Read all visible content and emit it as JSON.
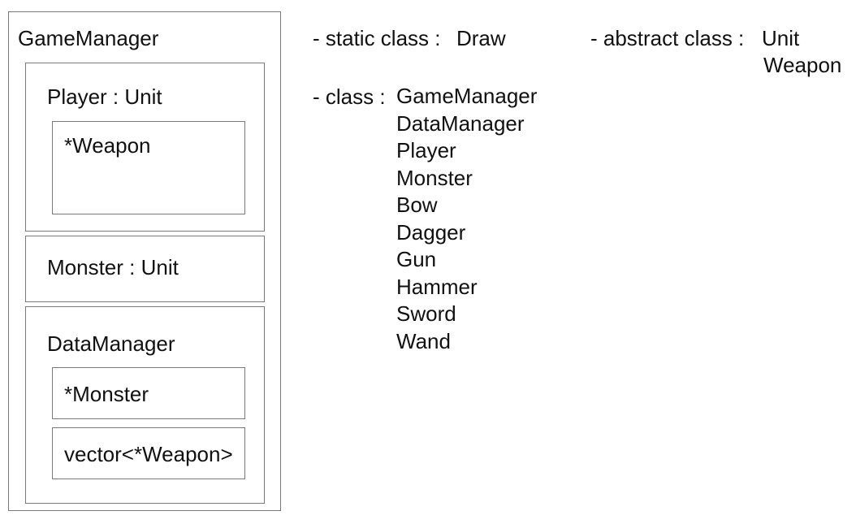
{
  "diagram": {
    "game_manager": {
      "title": "GameManager",
      "player": {
        "title": "Player : Unit",
        "member": "*Weapon"
      },
      "monster": {
        "title": "Monster : Unit"
      },
      "data_manager": {
        "title": "DataManager",
        "members": [
          "*Monster",
          "vector<*Weapon>"
        ]
      }
    },
    "static_class": {
      "prefix": "- static class : ",
      "items": [
        "Draw"
      ]
    },
    "abstract_class": {
      "prefix": "- abstract class : ",
      "items": [
        "Unit",
        "Weapon"
      ]
    },
    "class": {
      "prefix": "- class : ",
      "items": [
        "GameManager",
        "DataManager",
        "Player",
        "Monster",
        "Bow",
        "Dagger",
        "Gun",
        "Hammer",
        "Sword",
        "Wand"
      ]
    }
  }
}
